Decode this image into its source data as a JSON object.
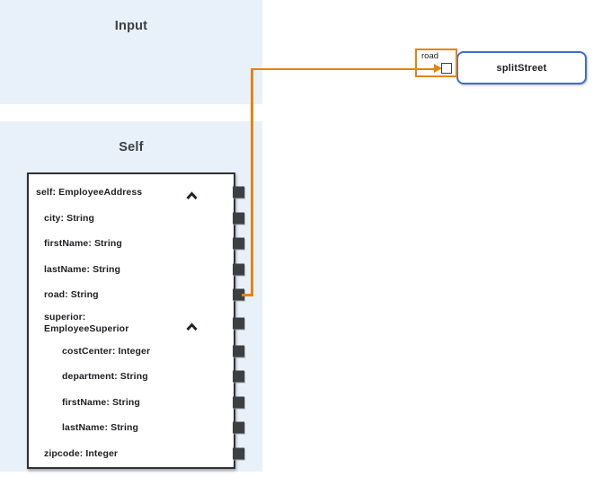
{
  "panels": {
    "input": {
      "title": "Input"
    },
    "self": {
      "title": "Self"
    }
  },
  "tree": {
    "root_variable": "self",
    "rows": [
      {
        "label": "self: EmployeeAddress",
        "level": 0,
        "collapsible": true,
        "expanded": true
      },
      {
        "label": "city: String",
        "level": 1
      },
      {
        "label": "firstName: String",
        "level": 1
      },
      {
        "label": "lastName: String",
        "level": 1
      },
      {
        "label": "road: String",
        "level": 1,
        "connected": true
      },
      {
        "label": "superior: EmployeeSuperior",
        "level": 1,
        "collapsible": true,
        "expanded": true
      },
      {
        "label": "costCenter: Integer",
        "level": 2
      },
      {
        "label": "department: String",
        "level": 2
      },
      {
        "label": "firstName: String",
        "level": 2
      },
      {
        "label": "lastName: String",
        "level": 2
      },
      {
        "label": "zipcode: Integer",
        "level": 1
      }
    ]
  },
  "mapping": {
    "source_field": "road: String",
    "target_port_label": "road",
    "function_name": "splitStreet"
  },
  "colors": {
    "panel_background": "#e8f1f9",
    "connection_orange": "#e8820b",
    "function_border_blue": "#3b6fd4",
    "connector_square": "#3c4043",
    "text": "#202124",
    "title_text": "#3c4043"
  }
}
